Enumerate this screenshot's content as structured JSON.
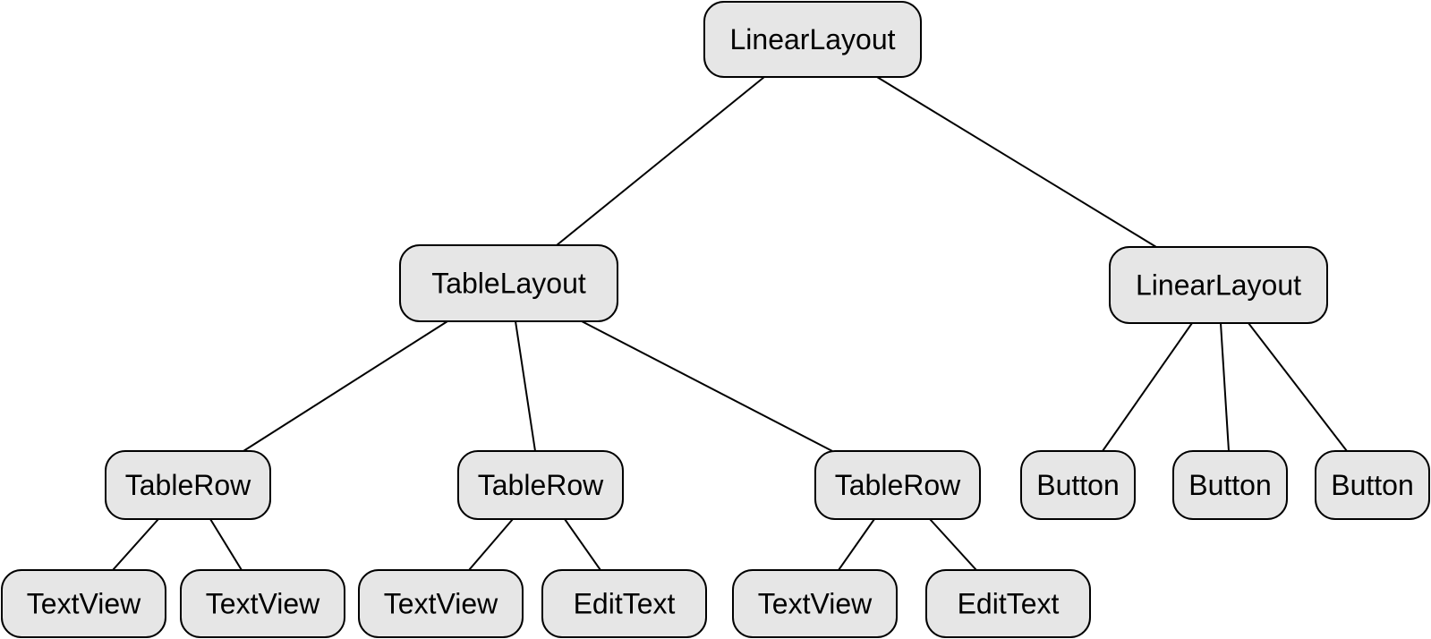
{
  "colors": {
    "node_fill": "#e6e6e6",
    "node_stroke": "#000000",
    "edge": "#000000",
    "background": "#ffffff"
  },
  "nodes": [
    {
      "id": "root",
      "label": "LinearLayout"
    },
    {
      "id": "tablelayout",
      "label": "TableLayout"
    },
    {
      "id": "linearlayout-child",
      "label": "LinearLayout"
    },
    {
      "id": "tablerow-1",
      "label": "TableRow"
    },
    {
      "id": "tablerow-2",
      "label": "TableRow"
    },
    {
      "id": "tablerow-3",
      "label": "TableRow"
    },
    {
      "id": "button-1",
      "label": "Button"
    },
    {
      "id": "button-2",
      "label": "Button"
    },
    {
      "id": "button-3",
      "label": "Button"
    },
    {
      "id": "textview-1",
      "label": "TextView"
    },
    {
      "id": "textview-2",
      "label": "TextView"
    },
    {
      "id": "textview-3",
      "label": "TextView"
    },
    {
      "id": "edittext-1",
      "label": "EditText"
    },
    {
      "id": "textview-4",
      "label": "TextView"
    },
    {
      "id": "edittext-2",
      "label": "EditText"
    }
  ],
  "edges": [
    {
      "from": "root",
      "to": "tablelayout"
    },
    {
      "from": "root",
      "to": "linearlayout-child"
    },
    {
      "from": "tablelayout",
      "to": "tablerow-1"
    },
    {
      "from": "tablelayout",
      "to": "tablerow-2"
    },
    {
      "from": "tablelayout",
      "to": "tablerow-3"
    },
    {
      "from": "linearlayout-child",
      "to": "button-1"
    },
    {
      "from": "linearlayout-child",
      "to": "button-2"
    },
    {
      "from": "linearlayout-child",
      "to": "button-3"
    },
    {
      "from": "tablerow-1",
      "to": "textview-1"
    },
    {
      "from": "tablerow-1",
      "to": "textview-2"
    },
    {
      "from": "tablerow-2",
      "to": "textview-3"
    },
    {
      "from": "tablerow-2",
      "to": "edittext-1"
    },
    {
      "from": "tablerow-3",
      "to": "textview-4"
    },
    {
      "from": "tablerow-3",
      "to": "edittext-2"
    }
  ]
}
